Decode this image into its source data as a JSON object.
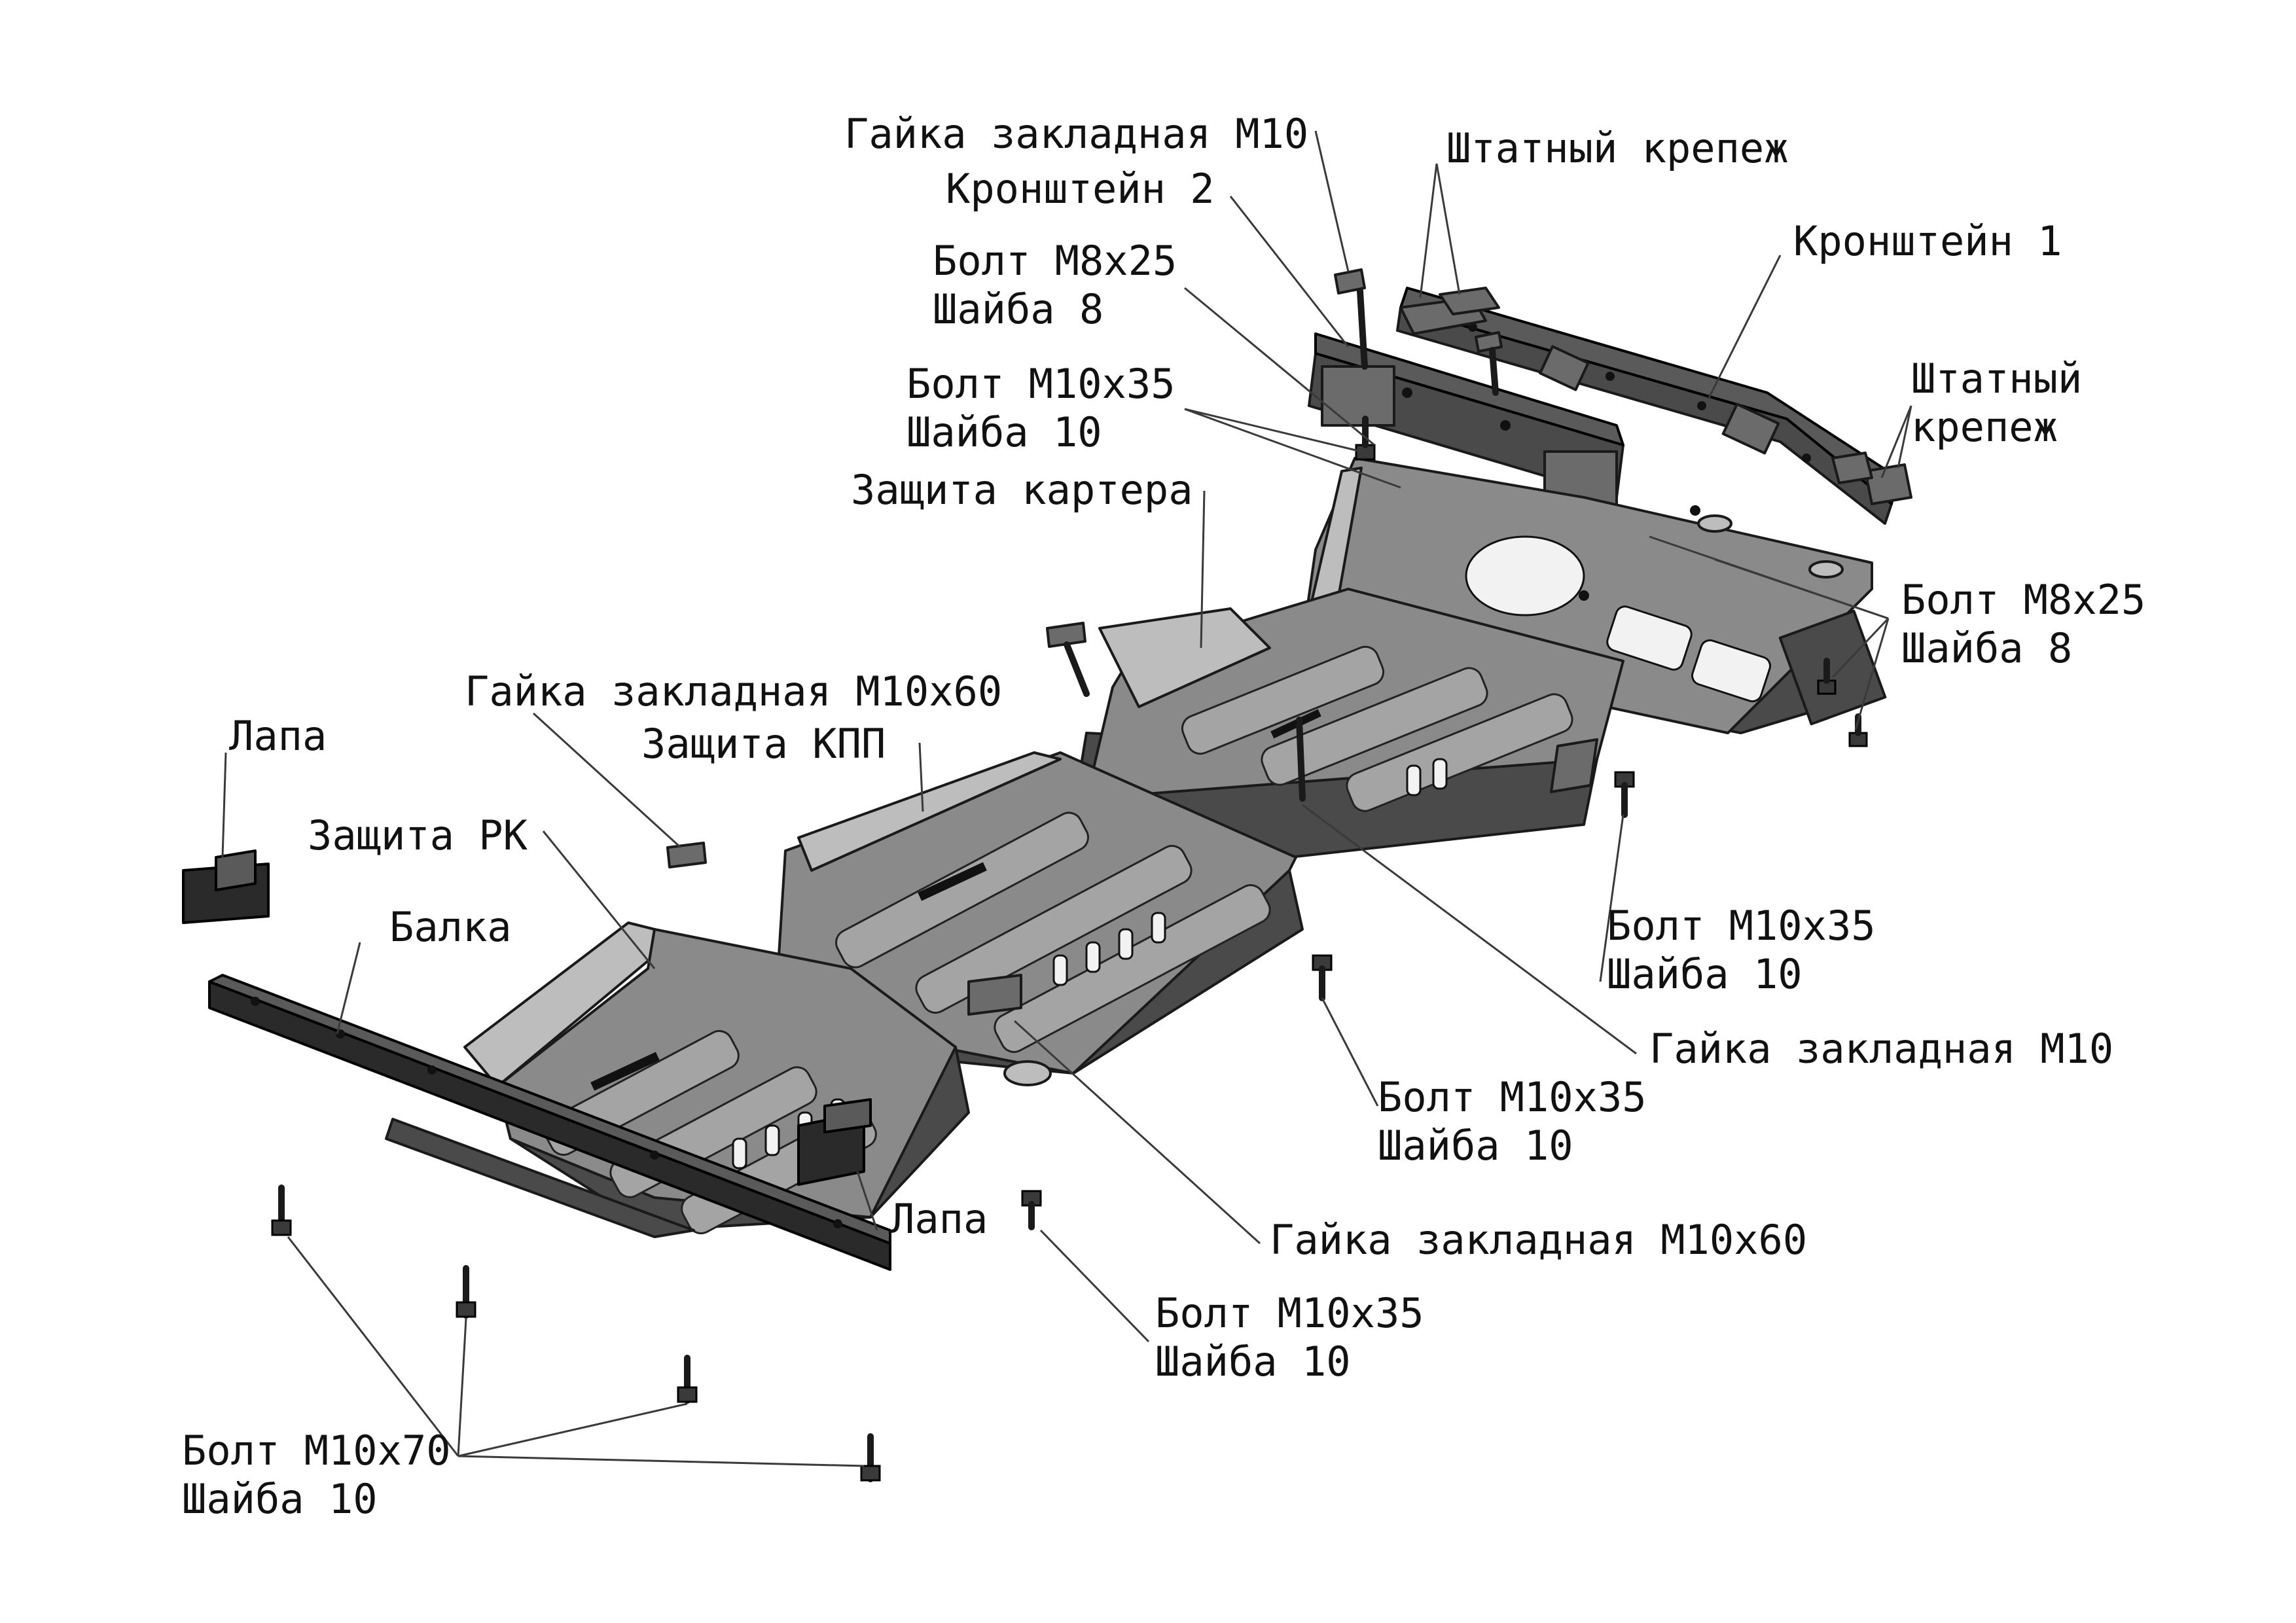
{
  "labels": {
    "nut_m10_top": "Гайка закладная М10",
    "bracket_2": "Кронштейн 2",
    "standard_fastener_top": "Штатный крепеж",
    "bracket_1": "Кронштейн 1",
    "bolt_m8x25_top": "Болт М8х25",
    "washer_8_top": "Шайба 8",
    "standard_fastener_right_1": "Штатный",
    "standard_fastener_right_2": "крепеж",
    "bolt_m10x35_top": "Болт М10х35",
    "washer_10_top": "Шайба 10",
    "crankcase_guard": "Защита картера",
    "bolt_m8x25_right": "Болт М8х25",
    "washer_8_right": "Шайба 8",
    "nut_m10x60_top": "Гайка закладная М10х60",
    "gearbox_guard": "Защита КПП",
    "paw_left": "Лапа",
    "transfer_case_guard": "Защита РК",
    "beam": "Балка",
    "bolt_m10x35_right": "Болт М10х35",
    "washer_10_right": "Шайба 10",
    "nut_m10_right": "Гайка закладная М10",
    "bolt_m10x35_mid": "Болт М10х35",
    "washer_10_mid": "Шайба 10",
    "paw_bottom": "Лапа",
    "nut_m10x60_bottom": "Гайка закладная М10х60",
    "bolt_m10x35_bottom": "Болт М10х35",
    "washer_10_bottom": "Шайба 10",
    "bolt_m10x70": "Болт М10х70",
    "washer_10_m10x70": "Шайба 10"
  },
  "colors": {
    "text": "#111111",
    "leader": "#3a3a3a",
    "plate": "#8a8a8a",
    "plate_dark": "#6b6b6b",
    "beam": "#2a2a2a",
    "background": "#ffffff"
  }
}
